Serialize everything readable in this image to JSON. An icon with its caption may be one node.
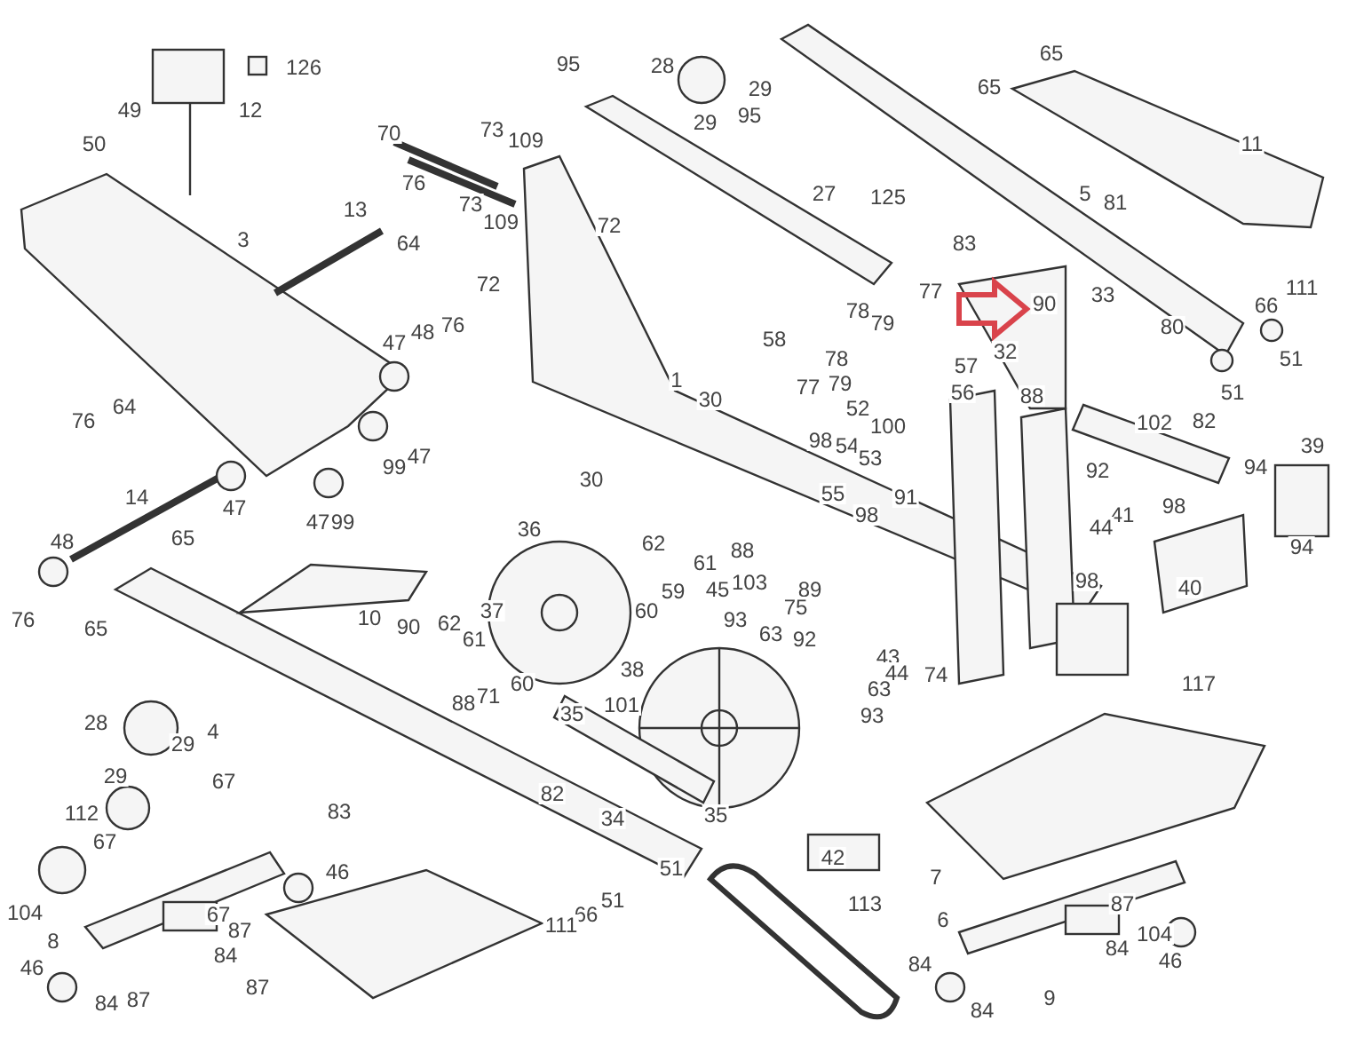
{
  "diagram": {
    "labels": [
      "126",
      "95",
      "28",
      "65",
      "29",
      "12",
      "49",
      "29",
      "95",
      "65",
      "50",
      "70",
      "73",
      "109",
      "11",
      "76",
      "5",
      "27",
      "125",
      "13",
      "81",
      "73",
      "109",
      "72",
      "83",
      "3",
      "64",
      "72",
      "77",
      "90",
      "33",
      "111",
      "66",
      "78",
      "79",
      "80",
      "47",
      "48",
      "76",
      "58",
      "32",
      "51",
      "78",
      "1",
      "79",
      "57",
      "77",
      "51",
      "88",
      "30",
      "56",
      "52",
      "76",
      "64",
      "100",
      "102",
      "82",
      "39",
      "98",
      "54",
      "47",
      "99",
      "53",
      "92",
      "94",
      "30",
      "14",
      "55",
      "91",
      "98",
      "47",
      "41",
      "98",
      "99",
      "47",
      "44",
      "94",
      "48",
      "65",
      "36",
      "62",
      "88",
      "61",
      "59",
      "103",
      "45",
      "89",
      "40",
      "60",
      "98",
      "76",
      "65",
      "10",
      "90",
      "62",
      "37",
      "61",
      "93",
      "63",
      "75",
      "92",
      "38",
      "43",
      "44",
      "74",
      "117",
      "71",
      "88",
      "60",
      "63",
      "101",
      "93",
      "35",
      "28",
      "4",
      "29",
      "29",
      "67",
      "82",
      "34",
      "35",
      "112",
      "83",
      "67",
      "42",
      "7",
      "51",
      "46",
      "51",
      "66",
      "113",
      "111",
      "6",
      "104",
      "67",
      "87",
      "104",
      "87",
      "8",
      "84",
      "84",
      "46",
      "46",
      "84",
      "9",
      "87",
      "84",
      "87",
      "84"
    ]
  }
}
